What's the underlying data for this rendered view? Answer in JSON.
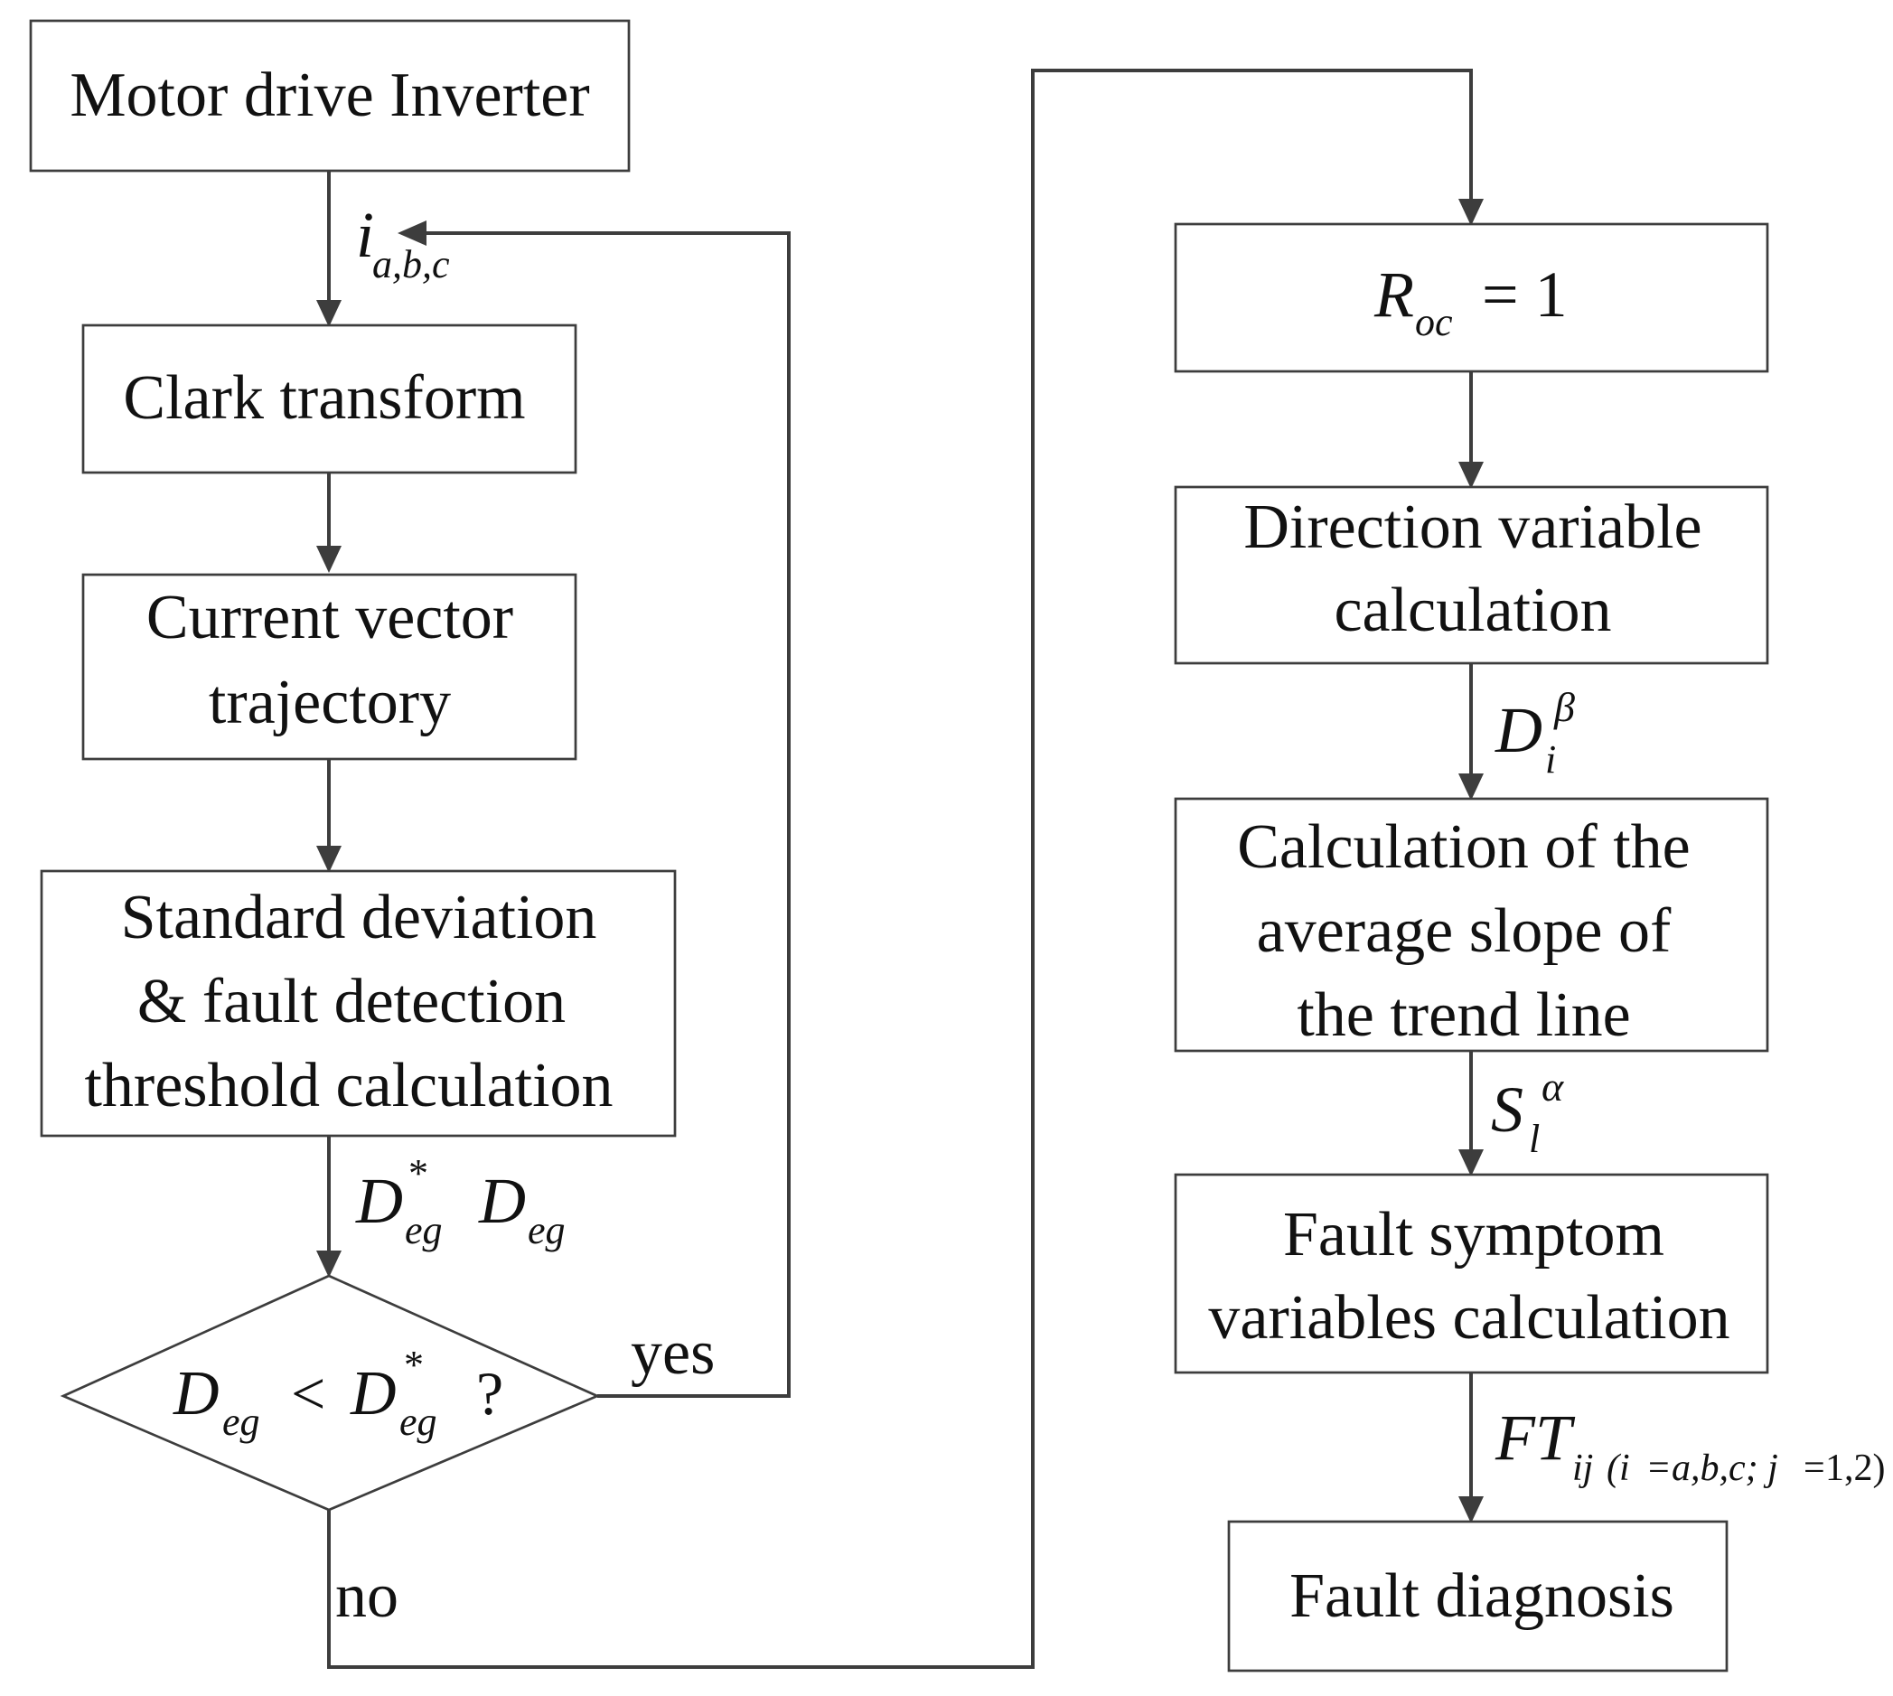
{
  "nodes": {
    "motor_drive_inverter": "Motor drive Inverter",
    "clark_transform": "Clark transform",
    "current_vector_trajectory": [
      "Current vector",
      "trajectory"
    ],
    "std_dev_threshold": [
      "Standard deviation",
      "& fault detection",
      "threshold calculation"
    ],
    "decision": {
      "lhs": "D",
      "lhs_sub": "eg",
      "op": "<",
      "rhs": "D",
      "rhs_sub": "eg",
      "rhs_sup": "*",
      "q": "?"
    },
    "roc": {
      "sym": "R",
      "sub": "oc",
      "rhs": "= 1"
    },
    "direction_variable": [
      "Direction variable",
      "calculation"
    ],
    "average_slope": [
      "Calculation of the",
      "average slope of",
      "the trend line"
    ],
    "fault_symptom": [
      "Fault symptom",
      "variables calculation"
    ],
    "fault_diagnosis": "Fault diagnosis"
  },
  "edge_labels": {
    "i_abc": {
      "sym": "i",
      "sub": "a,b,c"
    },
    "d_eg": {
      "sym1": "D",
      "sub1": "eg",
      "sup1": "*",
      "sym2": "D",
      "sub2": "eg"
    },
    "yes": "yes",
    "no": "no",
    "d_i_beta": {
      "sym": "D",
      "sub": "i",
      "sup": "β"
    },
    "s_l_alpha": {
      "sym": "S",
      "sub": "l",
      "sup": "α"
    },
    "ft": {
      "sym": "FT",
      "sub_a": "ij",
      "sub_b": "(i",
      "sub_c": "=",
      "sub_d": "a,b,c; j",
      "sub_e": "=",
      "sub_f": "1,2)"
    }
  }
}
